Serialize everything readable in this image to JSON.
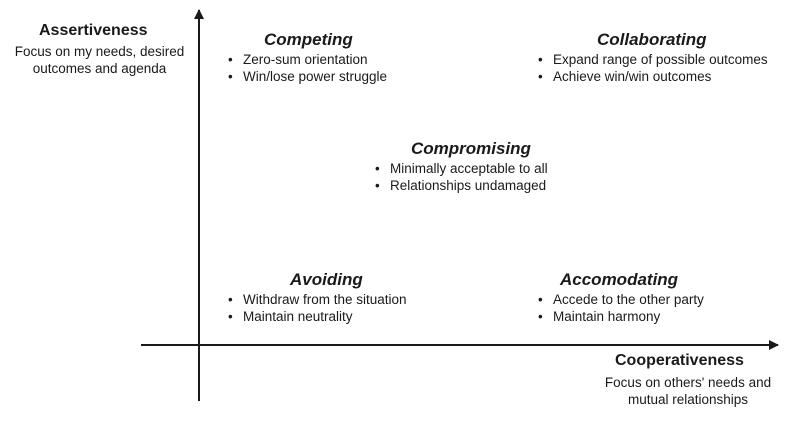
{
  "axes": {
    "y": {
      "title": "Assertiveness",
      "description_lines": [
        "Focus on my needs, desired",
        "outcomes and agenda"
      ]
    },
    "x": {
      "title": "Cooperativeness",
      "description_lines": [
        "Focus on others' needs and",
        "mutual relationships"
      ]
    },
    "color": "#1a1a1a"
  },
  "quadrants": {
    "competing": {
      "title": "Competing",
      "bullets": [
        "Zero-sum orientation",
        "Win/lose power struggle"
      ]
    },
    "collaborating": {
      "title": "Collaborating",
      "bullets": [
        "Expand range of possible outcomes",
        "Achieve win/win outcomes"
      ]
    },
    "compromising": {
      "title": "Compromising",
      "bullets": [
        "Minimally acceptable to all",
        "Relationships undamaged"
      ]
    },
    "avoiding": {
      "title": "Avoiding",
      "bullets": [
        "Withdraw from the situation",
        "Maintain neutrality"
      ]
    },
    "accomodating": {
      "title": "Accomodating",
      "bullets": [
        "Accede to the other party",
        "Maintain harmony"
      ]
    }
  }
}
